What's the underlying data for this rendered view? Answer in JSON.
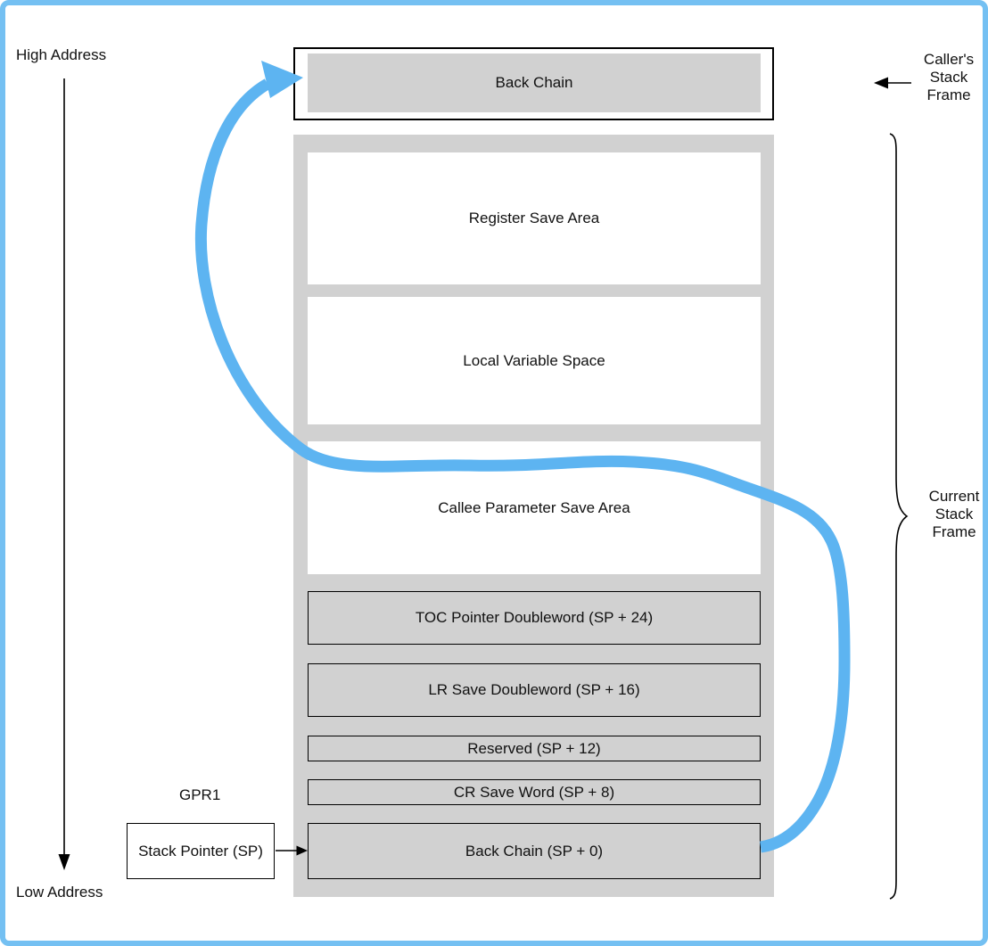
{
  "diagram": {
    "address_labels": {
      "high": "High Address",
      "low": "Low Address"
    },
    "caller_frame": {
      "box_label": "Back Chain",
      "side_label": "Caller's\nStack\nFrame"
    },
    "current_frame": {
      "side_label": "Current\nStack\nFrame"
    },
    "stack_pointer": {
      "register_label": "GPR1",
      "box_label": "Stack Pointer (SP)"
    },
    "frame_rows": [
      {
        "label": "Register Save Area",
        "fill": "white"
      },
      {
        "label": "Local Variable Space",
        "fill": "white"
      },
      {
        "label": "Callee Parameter Save Area",
        "fill": "white"
      },
      {
        "label": "TOC Pointer Doubleword (SP + 24)",
        "fill": "gray"
      },
      {
        "label": "LR Save Doubleword (SP + 16)",
        "fill": "gray"
      },
      {
        "label": "Reserved (SP + 12)",
        "fill": "gray"
      },
      {
        "label": "CR Save Word (SP + 8)",
        "fill": "gray"
      },
      {
        "label": "Back Chain (SP + 0)",
        "fill": "gray"
      }
    ],
    "colors": {
      "accent_blue": "#5db4f1",
      "border_blue": "#74c0f2",
      "box_gray": "#d1d1d1",
      "line_black": "#000000"
    }
  }
}
